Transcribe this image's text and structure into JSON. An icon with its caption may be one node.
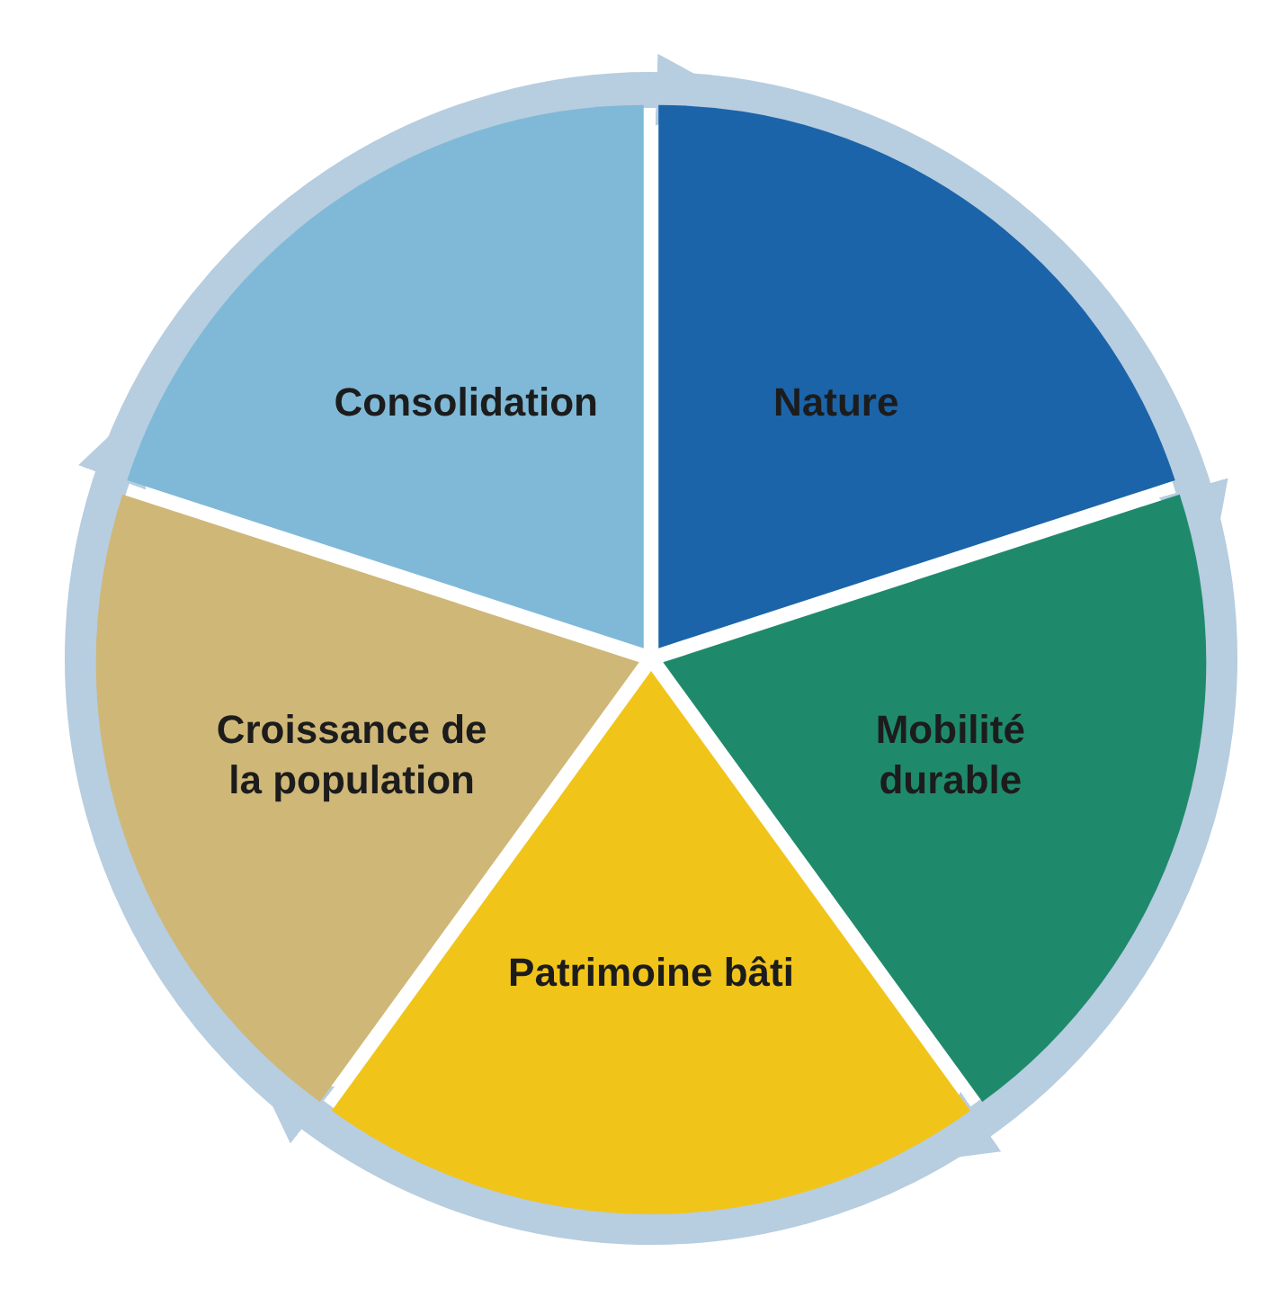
{
  "diagram": {
    "nodes": [
      {
        "text": [
          "Consolidation"
        ]
      },
      {
        "text": [
          "Nature"
        ]
      },
      {
        "text": [
          "Mobilité durable"
        ]
      },
      {
        "text": [
          "Patrimoine bâti"
        ]
      },
      {
        "text": [
          "Croissance de la population"
        ]
      }
    ],
    "edges": [
      {
        "from": 0,
        "to": 1,
        "arrow": "to"
      },
      {
        "from": 1,
        "to": 2,
        "arrow": "to"
      },
      {
        "from": 2,
        "to": 3,
        "arrow": "to"
      },
      {
        "from": 3,
        "to": 4,
        "arrow": "to"
      },
      {
        "from": 4,
        "to": 0,
        "arrow": "to"
      }
    ]
  }
}
